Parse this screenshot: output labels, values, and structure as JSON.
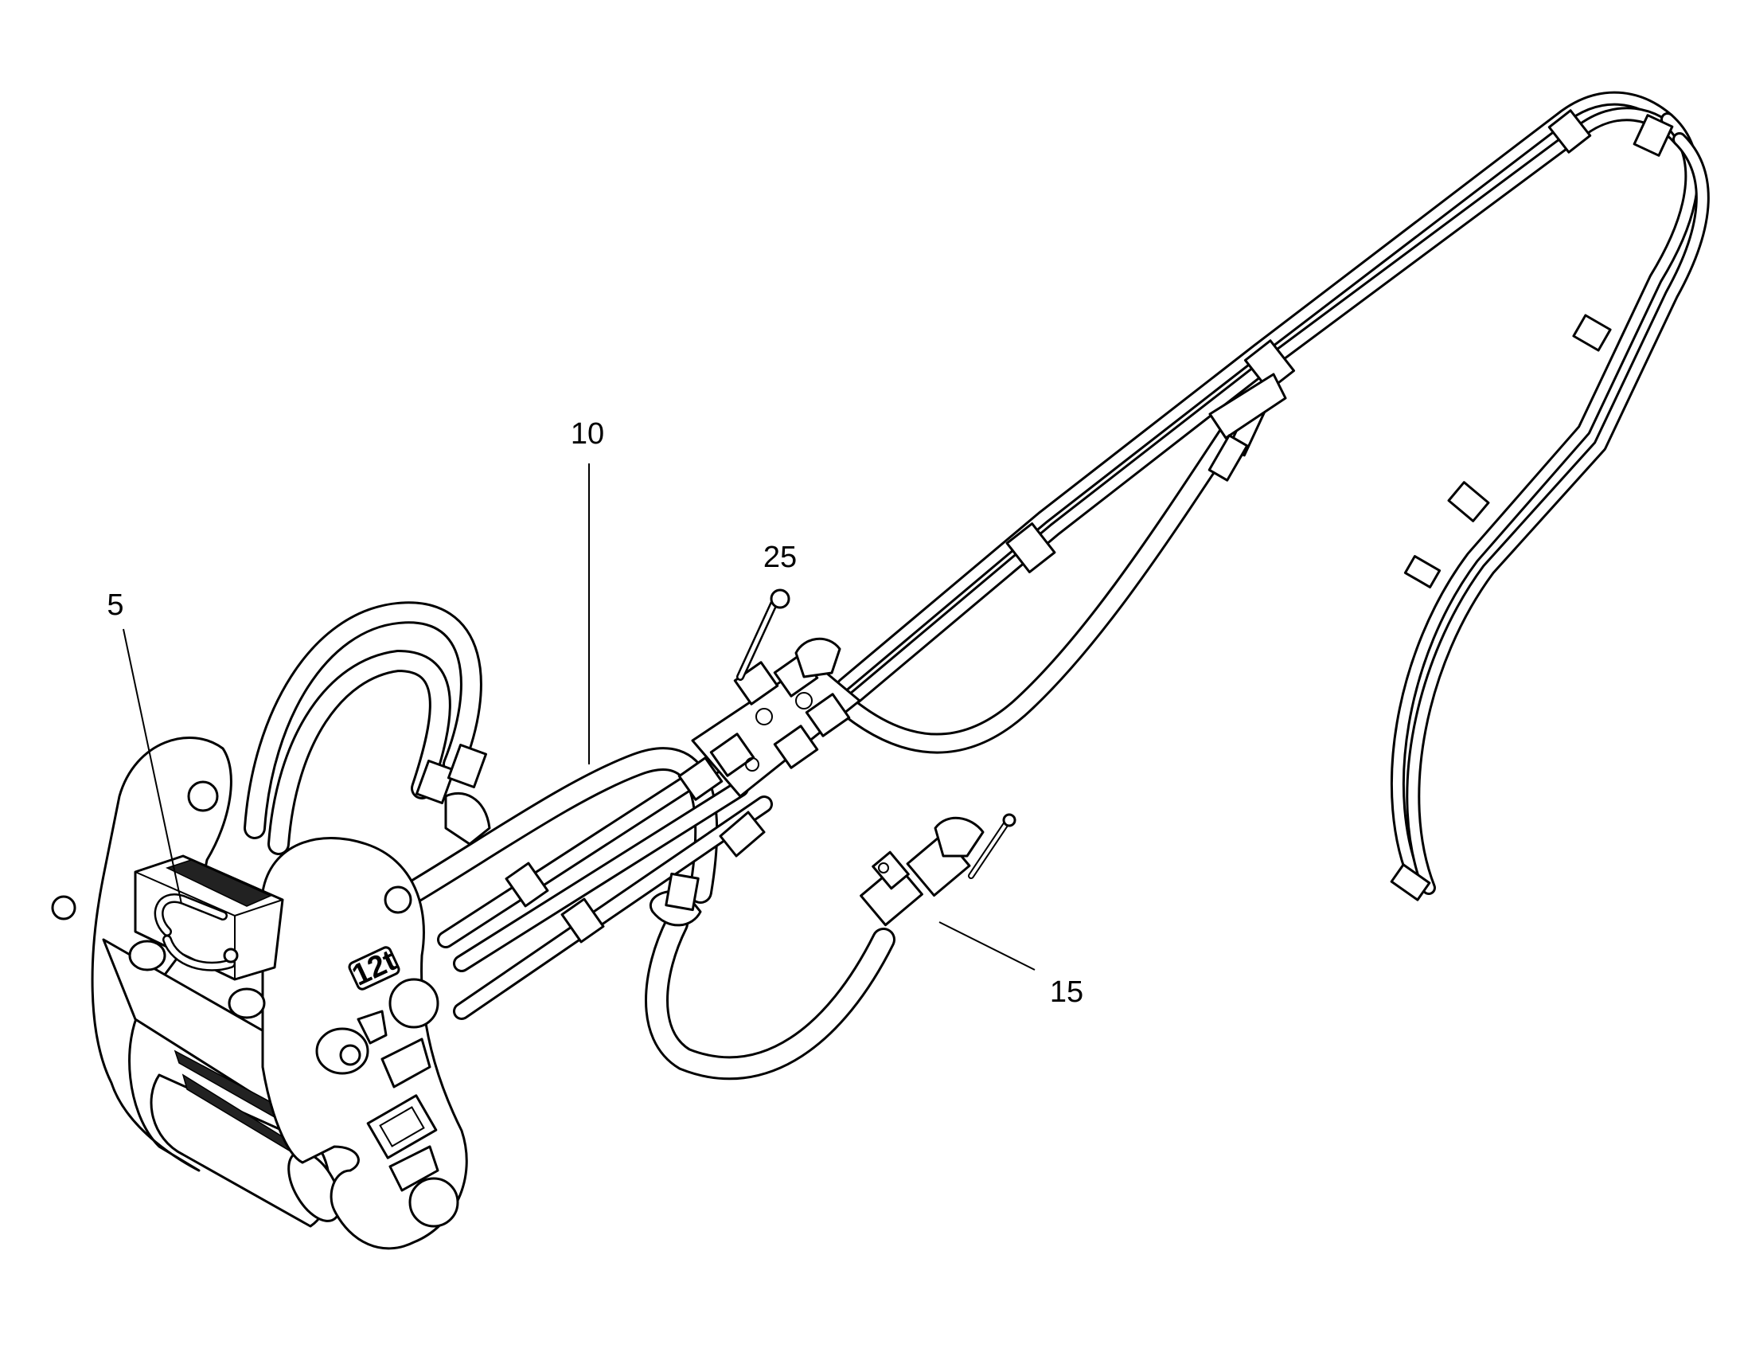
{
  "callouts": [
    {
      "id": "c5",
      "text": "5"
    },
    {
      "id": "c10",
      "text": "10"
    },
    {
      "id": "c25",
      "text": "25"
    },
    {
      "id": "c15",
      "text": "15"
    }
  ],
  "plate_marking": "12t",
  "colors": {
    "line": "#000000",
    "background": "#ffffff"
  }
}
